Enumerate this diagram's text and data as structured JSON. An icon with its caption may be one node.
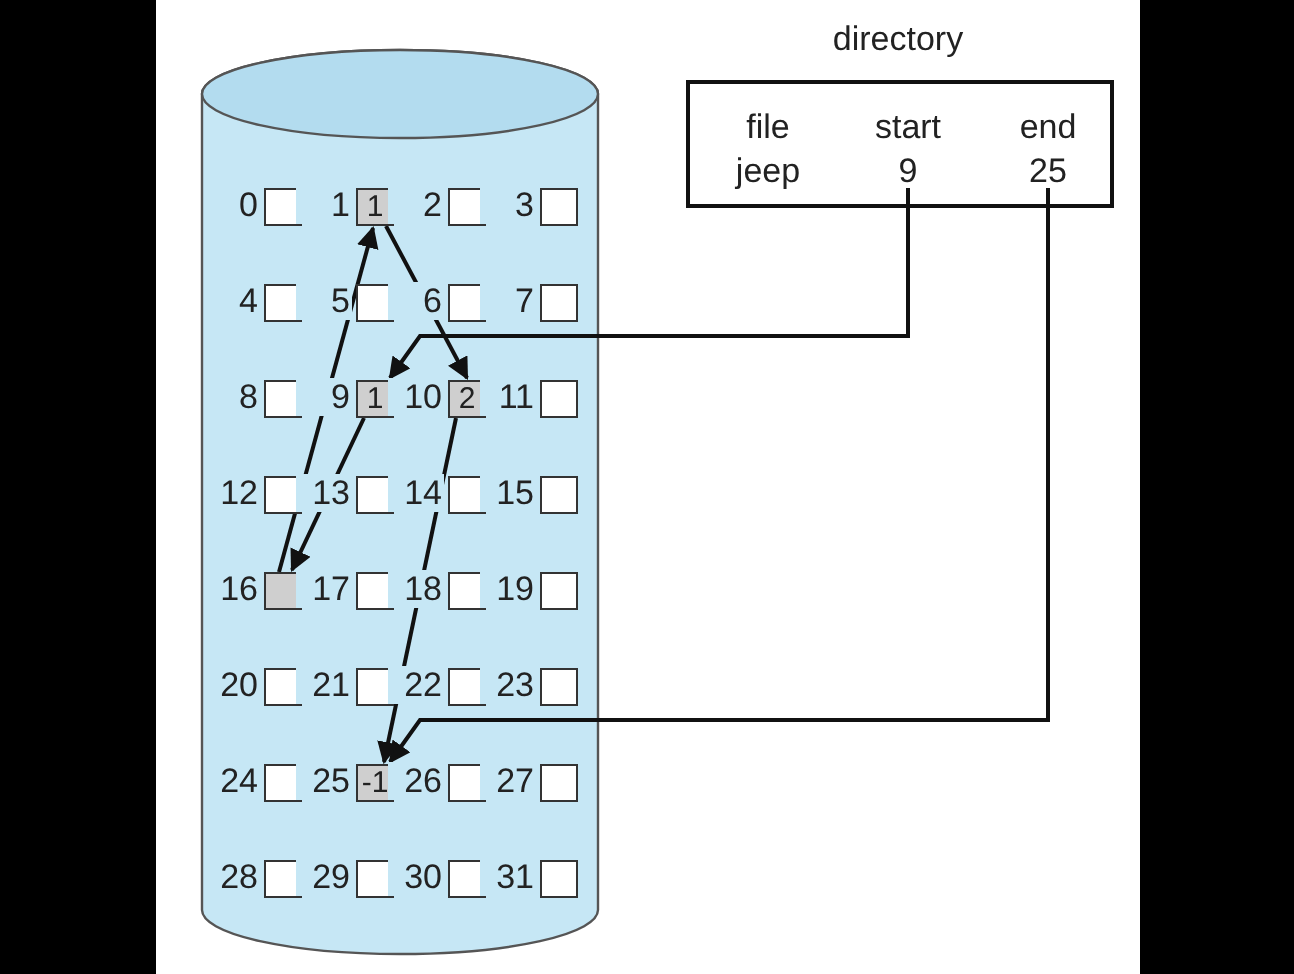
{
  "diagram": {
    "nodes": [
      {
        "text": [],
        "shape": "cylinder"
      },
      {
        "text": [],
        "shape": "box",
        "in": 0,
        "beside": [
          "0"
        ]
      },
      {
        "text": [
          "1"
        ],
        "in": 0,
        "beside": [
          "1"
        ]
      },
      {
        "text": [],
        "shape": "box",
        "in": 0,
        "beside": [
          "2"
        ]
      },
      {
        "text": [],
        "shape": "box",
        "in": 0,
        "beside": [
          "3"
        ]
      },
      {
        "text": [],
        "shape": "box",
        "in": 0,
        "beside": [
          "4"
        ]
      },
      {
        "text": [],
        "shape": "box",
        "in": 0,
        "beside": [
          "5"
        ]
      },
      {
        "text": [],
        "shape": "box",
        "in": 0,
        "beside": [
          "6"
        ]
      },
      {
        "text": [],
        "shape": "box",
        "in": 0,
        "beside": [
          "7"
        ]
      },
      {
        "text": [],
        "shape": "box",
        "in": 0,
        "beside": [
          "8"
        ]
      },
      {
        "text": [
          "1"
        ],
        "in": 0,
        "beside": [
          "9"
        ]
      },
      {
        "text": [
          "2"
        ],
        "in": 0,
        "beside": [
          "10"
        ]
      },
      {
        "text": [],
        "shape": "box",
        "in": 0,
        "beside": [
          "11"
        ]
      },
      {
        "text": [],
        "shape": "box",
        "in": 0,
        "beside": [
          "12"
        ]
      },
      {
        "text": [],
        "shape": "box",
        "in": 0,
        "beside": [
          "13"
        ]
      },
      {
        "text": [],
        "shape": "box",
        "in": 0,
        "beside": [
          "14"
        ]
      },
      {
        "text": [],
        "shape": "box",
        "in": 0,
        "beside": [
          "15"
        ]
      },
      {
        "text": [],
        "shape": "box",
        "in": 0,
        "beside": [
          "16"
        ]
      },
      {
        "text": [],
        "shape": "box",
        "in": 0,
        "beside": [
          "17"
        ]
      },
      {
        "text": [],
        "shape": "box",
        "in": 0,
        "beside": [
          "18"
        ]
      },
      {
        "text": [],
        "shape": "box",
        "in": 0,
        "beside": [
          "19"
        ]
      },
      {
        "text": [],
        "shape": "box",
        "in": 0,
        "beside": [
          "20"
        ]
      },
      {
        "text": [],
        "shape": "box",
        "in": 0,
        "beside": [
          "21"
        ]
      },
      {
        "text": [],
        "shape": "box",
        "in": 0,
        "beside": [
          "22"
        ]
      },
      {
        "text": [],
        "shape": "box",
        "in": 0,
        "beside": [
          "23"
        ]
      },
      {
        "text": [],
        "shape": "box",
        "in": 0,
        "beside": [
          "24"
        ]
      },
      {
        "text": [
          "-1"
        ],
        "in": 0,
        "beside": [
          "25"
        ]
      },
      {
        "text": [],
        "shape": "box",
        "in": 0,
        "beside": [
          "26"
        ]
      },
      {
        "text": [],
        "shape": "box",
        "in": 0,
        "beside": [
          "27"
        ]
      },
      {
        "text": [],
        "shape": "box",
        "in": 0,
        "beside": [
          "28"
        ]
      },
      {
        "text": [],
        "shape": "box",
        "in": 0,
        "beside": [
          "29"
        ]
      },
      {
        "text": [],
        "shape": "box",
        "in": 0,
        "beside": [
          "30"
        ]
      },
      {
        "text": [],
        "shape": "box",
        "in": 0,
        "beside": [
          "31"
        ]
      },
      {
        "text": [
          "directory"
        ]
      },
      {
        "text": [
          "file"
        ],
        "in": 33
      },
      {
        "text": [
          "start"
        ],
        "in": 33
      },
      {
        "text": [
          "end"
        ],
        "in": 33
      },
      {
        "text": [
          "jeep"
        ],
        "in": 33
      },
      {
        "text": [
          "9"
        ],
        "in": 33
      },
      {
        "text": [
          "25"
        ],
        "in": 33
      }
    ],
    "edges": [
      {
        "from": 38,
        "to": 10,
        "arrow": "to"
      },
      {
        "from": 39,
        "to": 26,
        "arrow": "to"
      },
      {
        "from": 10,
        "to": 17,
        "arrow": "to"
      },
      {
        "from": 17,
        "to": 2,
        "arrow": "to"
      },
      {
        "from": 2,
        "to": 11,
        "arrow": "to"
      },
      {
        "from": 11,
        "to": 26,
        "arrow": "to"
      }
    ]
  }
}
